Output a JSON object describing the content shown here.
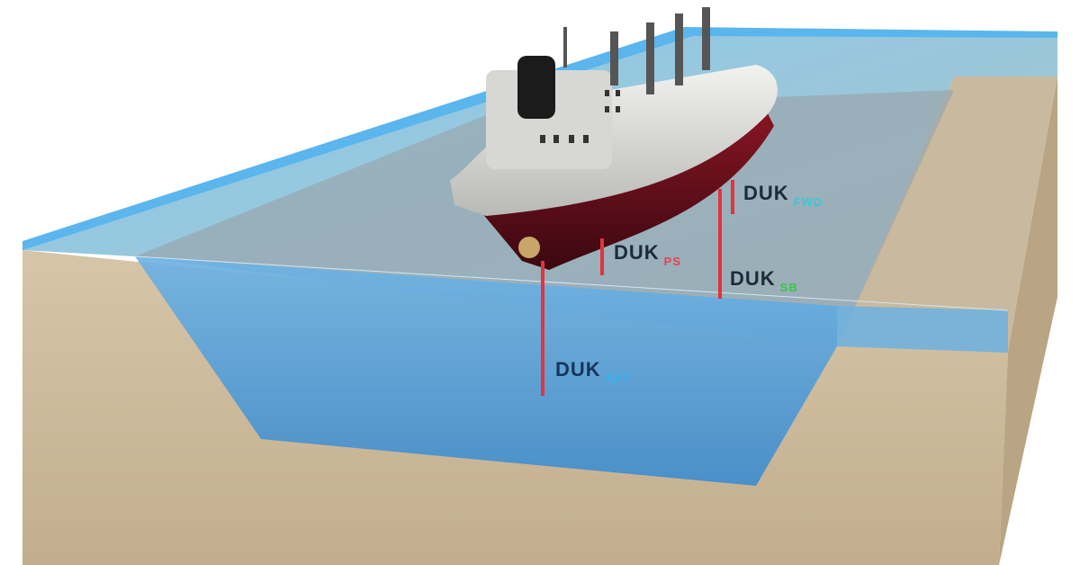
{
  "labels": {
    "fwd": {
      "main": "DUK",
      "sub": "FWD",
      "sub_color": "#3fc6d8"
    },
    "ps": {
      "main": "DUK",
      "sub": "PS",
      "sub_color": "#e0444f"
    },
    "sb": {
      "main": "DUK",
      "sub": "SB",
      "sub_color": "#3cc24a"
    },
    "aft": {
      "main": "DUK",
      "sub": "AFT",
      "sub_color": "#38b2ea"
    }
  },
  "colors": {
    "sand": "#cbb89a",
    "water": "#4f9fd8",
    "hull_below": "#6b0f1c",
    "superstructure": "#d9d9d6",
    "measure_line": "#e2343f"
  }
}
